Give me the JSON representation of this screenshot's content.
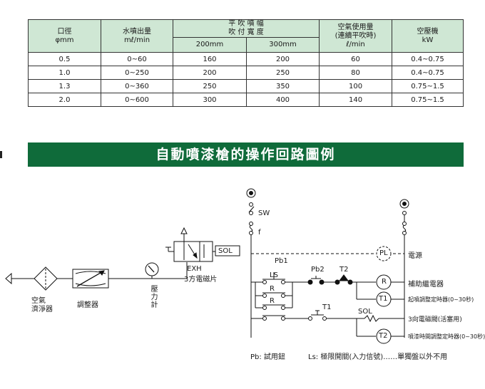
{
  "table": {
    "headers": {
      "diameter": {
        "line1": "口徑",
        "line2": "φmm"
      },
      "water_output": {
        "line1": "水噴出量",
        "line2": "mℓ/min"
      },
      "pattern_width": {
        "line1": "平 吹 噴 幅",
        "line2": "吹 付 寬 度"
      },
      "width_200": "200mm",
      "width_300": "300mm",
      "air_usage": {
        "line1": "空氣使用量",
        "line2": "(連續平吹時)",
        "line3": "ℓ/min"
      },
      "compressor": {
        "line1": "空壓機",
        "line2": "kW"
      }
    },
    "rows": [
      {
        "diameter": "0.5",
        "water": "0~60",
        "w200": "160",
        "w300": "200",
        "air": "60",
        "kw": "0.4~0.75"
      },
      {
        "diameter": "1.0",
        "water": "0~250",
        "w200": "200",
        "w300": "250",
        "air": "80",
        "kw": "0.4~0.75"
      },
      {
        "diameter": "1.3",
        "water": "0~360",
        "w200": "250",
        "w300": "350",
        "air": "100",
        "kw": "0.75~1.5"
      },
      {
        "diameter": "2.0",
        "water": "0~600",
        "w200": "300",
        "w300": "400",
        "air": "140",
        "kw": "0.75~1.5"
      }
    ]
  },
  "banner": {
    "title": "自動噴漆槍的操作回路圖例"
  },
  "diagram": {
    "air_filter_label": [
      "空氣",
      "濟淨器"
    ],
    "regulator_label": "調整器",
    "gauge_label": "壓力計",
    "valve_exh": "EXH",
    "valve_name": "3方電磁片",
    "sol_valve": "SOL",
    "sw": "SW",
    "fuse": "f",
    "pb1": "Pb1",
    "ls": "LS",
    "r1": "R",
    "r2": "R",
    "pb2": "Pb2",
    "t2_contact": "T2",
    "t1_contact": "T1",
    "sol_circuit": "SOL",
    "pl": "PL",
    "coil_r": "R",
    "coil_t1": "T1",
    "coil_t2": "T2",
    "label_power": "電源",
    "label_aux_relay": "補助繼電器",
    "label_t1": "起噴調整定時器(0~30秒)",
    "label_solenoid": "3向電磁閥(活塞用)",
    "label_t2": "噴漆時間調整定時器(0~30秒)",
    "footer_pb": "Pb: 試用鈕",
    "footer_ls": "Ls: 極限開關(入力信號)……單獨盤以外不用"
  }
}
